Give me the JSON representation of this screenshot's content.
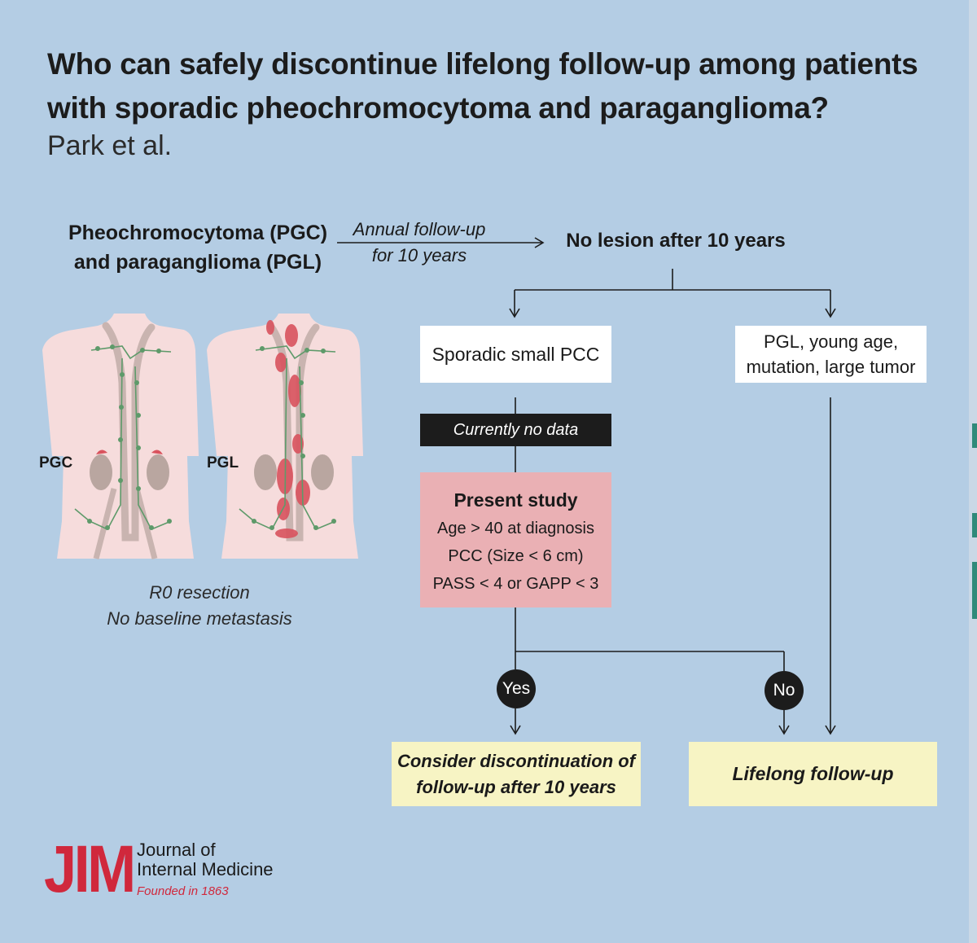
{
  "header": {
    "title": "Who can safely discontinue lifelong follow-up among patients with sporadic pheochromocytoma and paraganglioma?",
    "authors": "Park et al."
  },
  "left_panel": {
    "disease_line1": "Pheochromocytoma (PGC)",
    "disease_line2": "and paraganglioma (PGL)",
    "label_pgc": "PGC",
    "label_pgl": "PGL",
    "criteria_line1": "R0 resection",
    "criteria_line2": "No baseline metastasis"
  },
  "flow": {
    "annual_line1": "Annual follow-up",
    "annual_line2": "for 10 years",
    "no_lesion": "No lesion after 10 years",
    "sporadic": "Sporadic small PCC",
    "pgl_line1": "PGL, young age,",
    "pgl_line2": "mutation, large tumor",
    "no_data": "Currently no data",
    "study_title": "Present study",
    "study_item1": "Age > 40 at diagnosis",
    "study_item2": "PCC (Size < 6 cm)",
    "study_item3": "PASS < 4 or GAPP < 3",
    "yes": "Yes",
    "no": "No",
    "discont_line1": "Consider discontinuation of",
    "discont_line2": "follow-up after 10 years",
    "lifelong": "Lifelong follow-up"
  },
  "logo": {
    "mark": "JIM",
    "line1": "Journal of",
    "line2": "Internal Medicine",
    "founded": "Founded in 1863"
  },
  "colors": {
    "background": "#b4cde4",
    "study_box": "#eab0b4",
    "outcome_box": "#f7f4c4",
    "body_skin": "#f6dcdc",
    "tumor": "#d9535e",
    "lymph": "#5e9a6a",
    "brand_red": "#d0283c"
  }
}
